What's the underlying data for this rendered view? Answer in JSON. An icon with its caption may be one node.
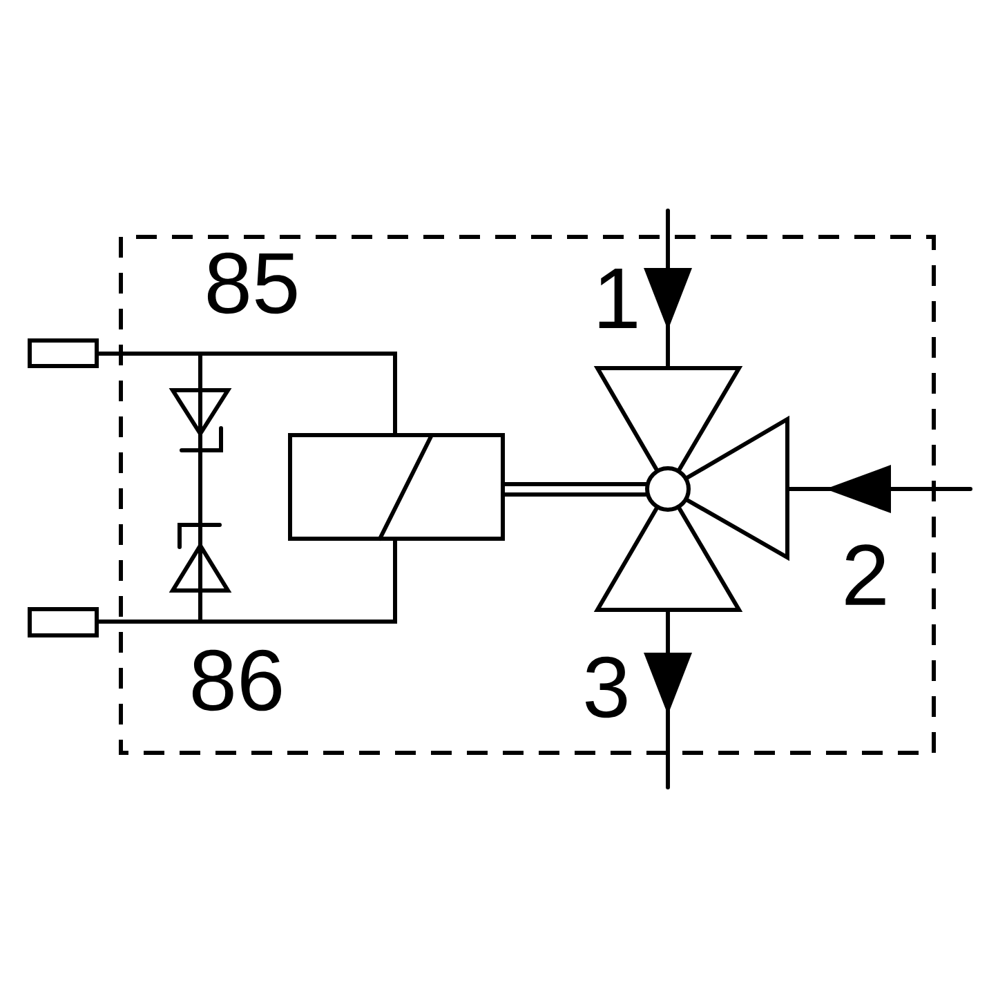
{
  "diagram": {
    "labels": [
      "85",
      "1",
      "2",
      "86",
      "3"
    ]
  }
}
